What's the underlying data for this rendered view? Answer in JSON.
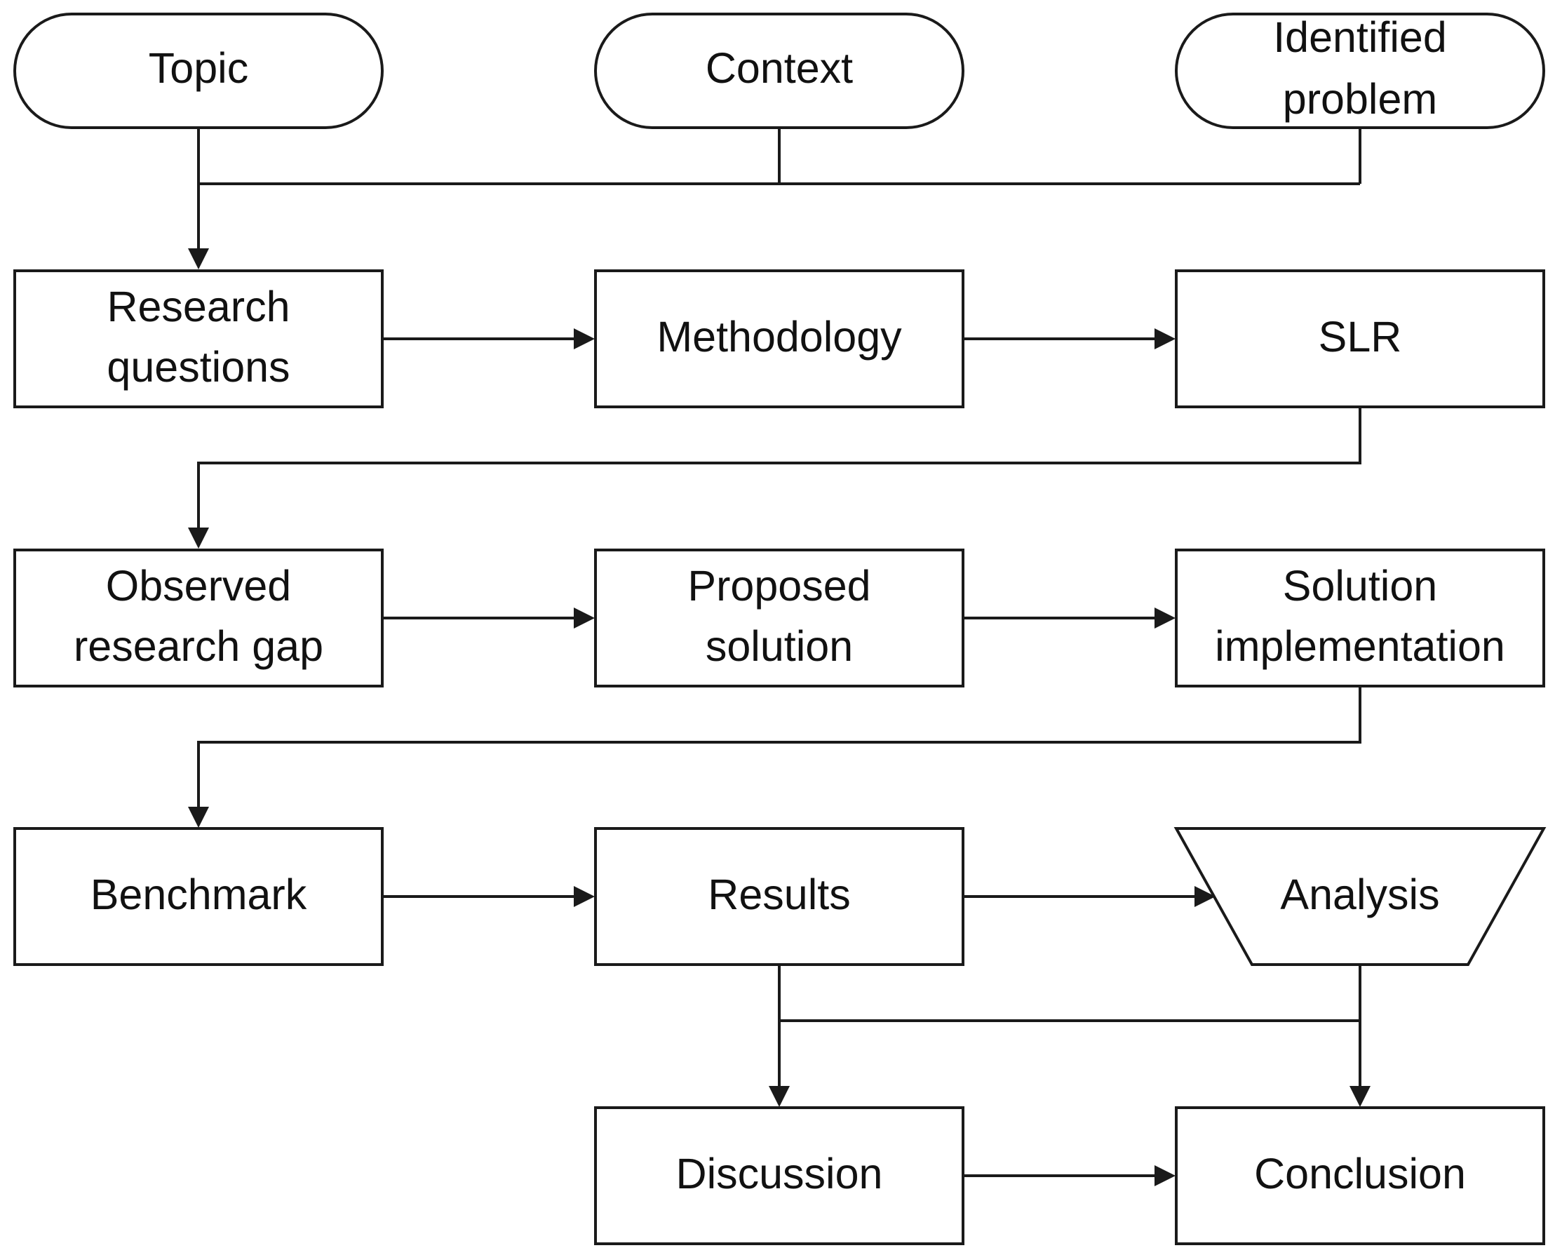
{
  "nodes": {
    "topic": {
      "lines": [
        "Topic"
      ]
    },
    "context": {
      "lines": [
        "Context"
      ]
    },
    "identified_problem": {
      "lines": [
        "Identified",
        "problem"
      ]
    },
    "research_questions": {
      "lines": [
        "Research",
        "questions"
      ]
    },
    "methodology": {
      "lines": [
        "Methodology"
      ]
    },
    "slr": {
      "lines": [
        "SLR"
      ]
    },
    "observed_research_gap": {
      "lines": [
        "Observed",
        "research gap"
      ]
    },
    "proposed_solution": {
      "lines": [
        "Proposed",
        "solution"
      ]
    },
    "solution_implementation": {
      "lines": [
        "Solution",
        "implementation"
      ]
    },
    "benchmark": {
      "lines": [
        "Benchmark"
      ]
    },
    "results": {
      "lines": [
        "Results"
      ]
    },
    "analysis": {
      "lines": [
        "Analysis"
      ]
    },
    "discussion": {
      "lines": [
        "Discussion"
      ]
    },
    "conclusion": {
      "lines": [
        "Conclusion"
      ]
    }
  },
  "colors": {
    "stroke": "#1a1a1a",
    "fill": "#ffffff",
    "text": "#111111"
  }
}
